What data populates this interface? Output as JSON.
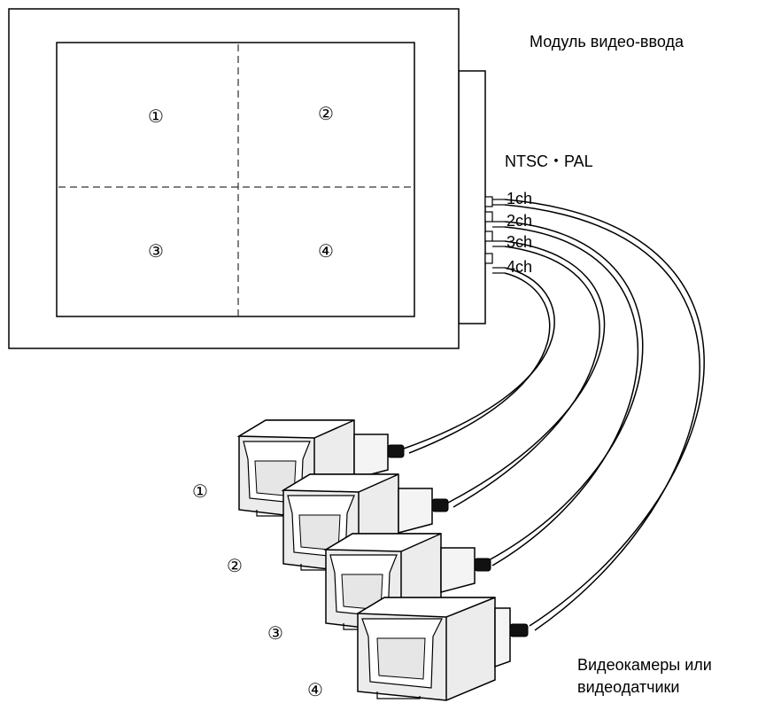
{
  "title": "Модуль видео-ввода",
  "standard": "NTSC・PAL",
  "channels": [
    "1ch",
    "2ch",
    "3ch",
    "4ch"
  ],
  "quadrants": [
    "①",
    "②",
    "③",
    "④"
  ],
  "camera_numbers": [
    "①",
    "②",
    "③",
    "④"
  ],
  "cameras_caption": [
    "Видеокамеры или",
    "видеодатчики"
  ]
}
